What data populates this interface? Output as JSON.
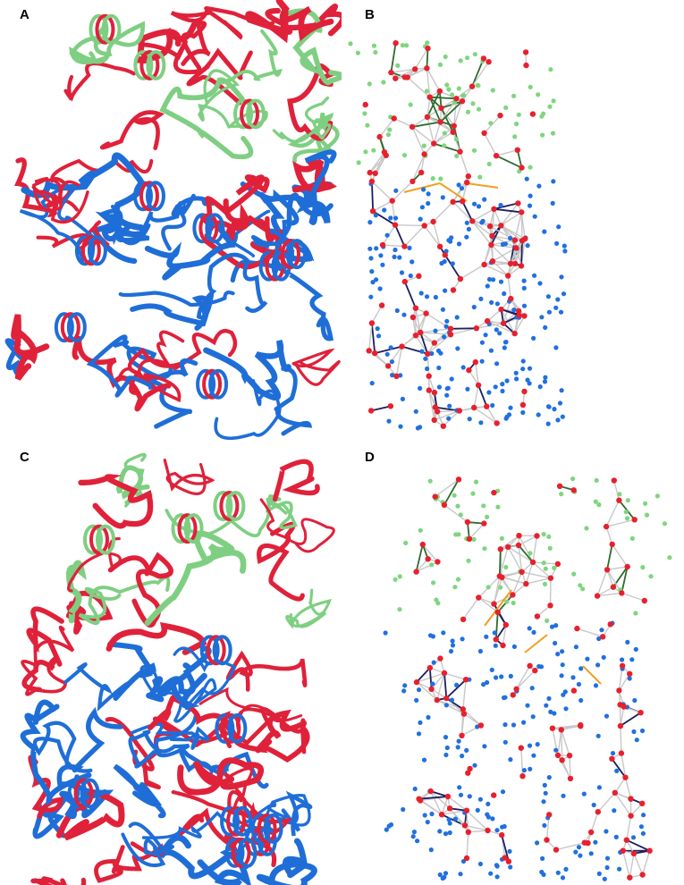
{
  "panels": [
    {
      "id": "a",
      "label": "A",
      "kind": "ribbon"
    },
    {
      "id": "b",
      "label": "B",
      "kind": "network"
    },
    {
      "id": "c",
      "label": "C",
      "kind": "ribbon"
    },
    {
      "id": "d",
      "label": "D",
      "kind": "network"
    }
  ],
  "colors": {
    "green": "#7fcf82",
    "red": "#e0213a",
    "blue": "#1f6ed8",
    "edge_gray": "#c8c8c8",
    "edge_navy": "#1b1f5e",
    "edge_green": "#2e6b2e",
    "edge_orange": "#f0a020",
    "node_green": "#7ed67e",
    "node_red": "#e8202e",
    "node_blue": "#2070e0"
  }
}
